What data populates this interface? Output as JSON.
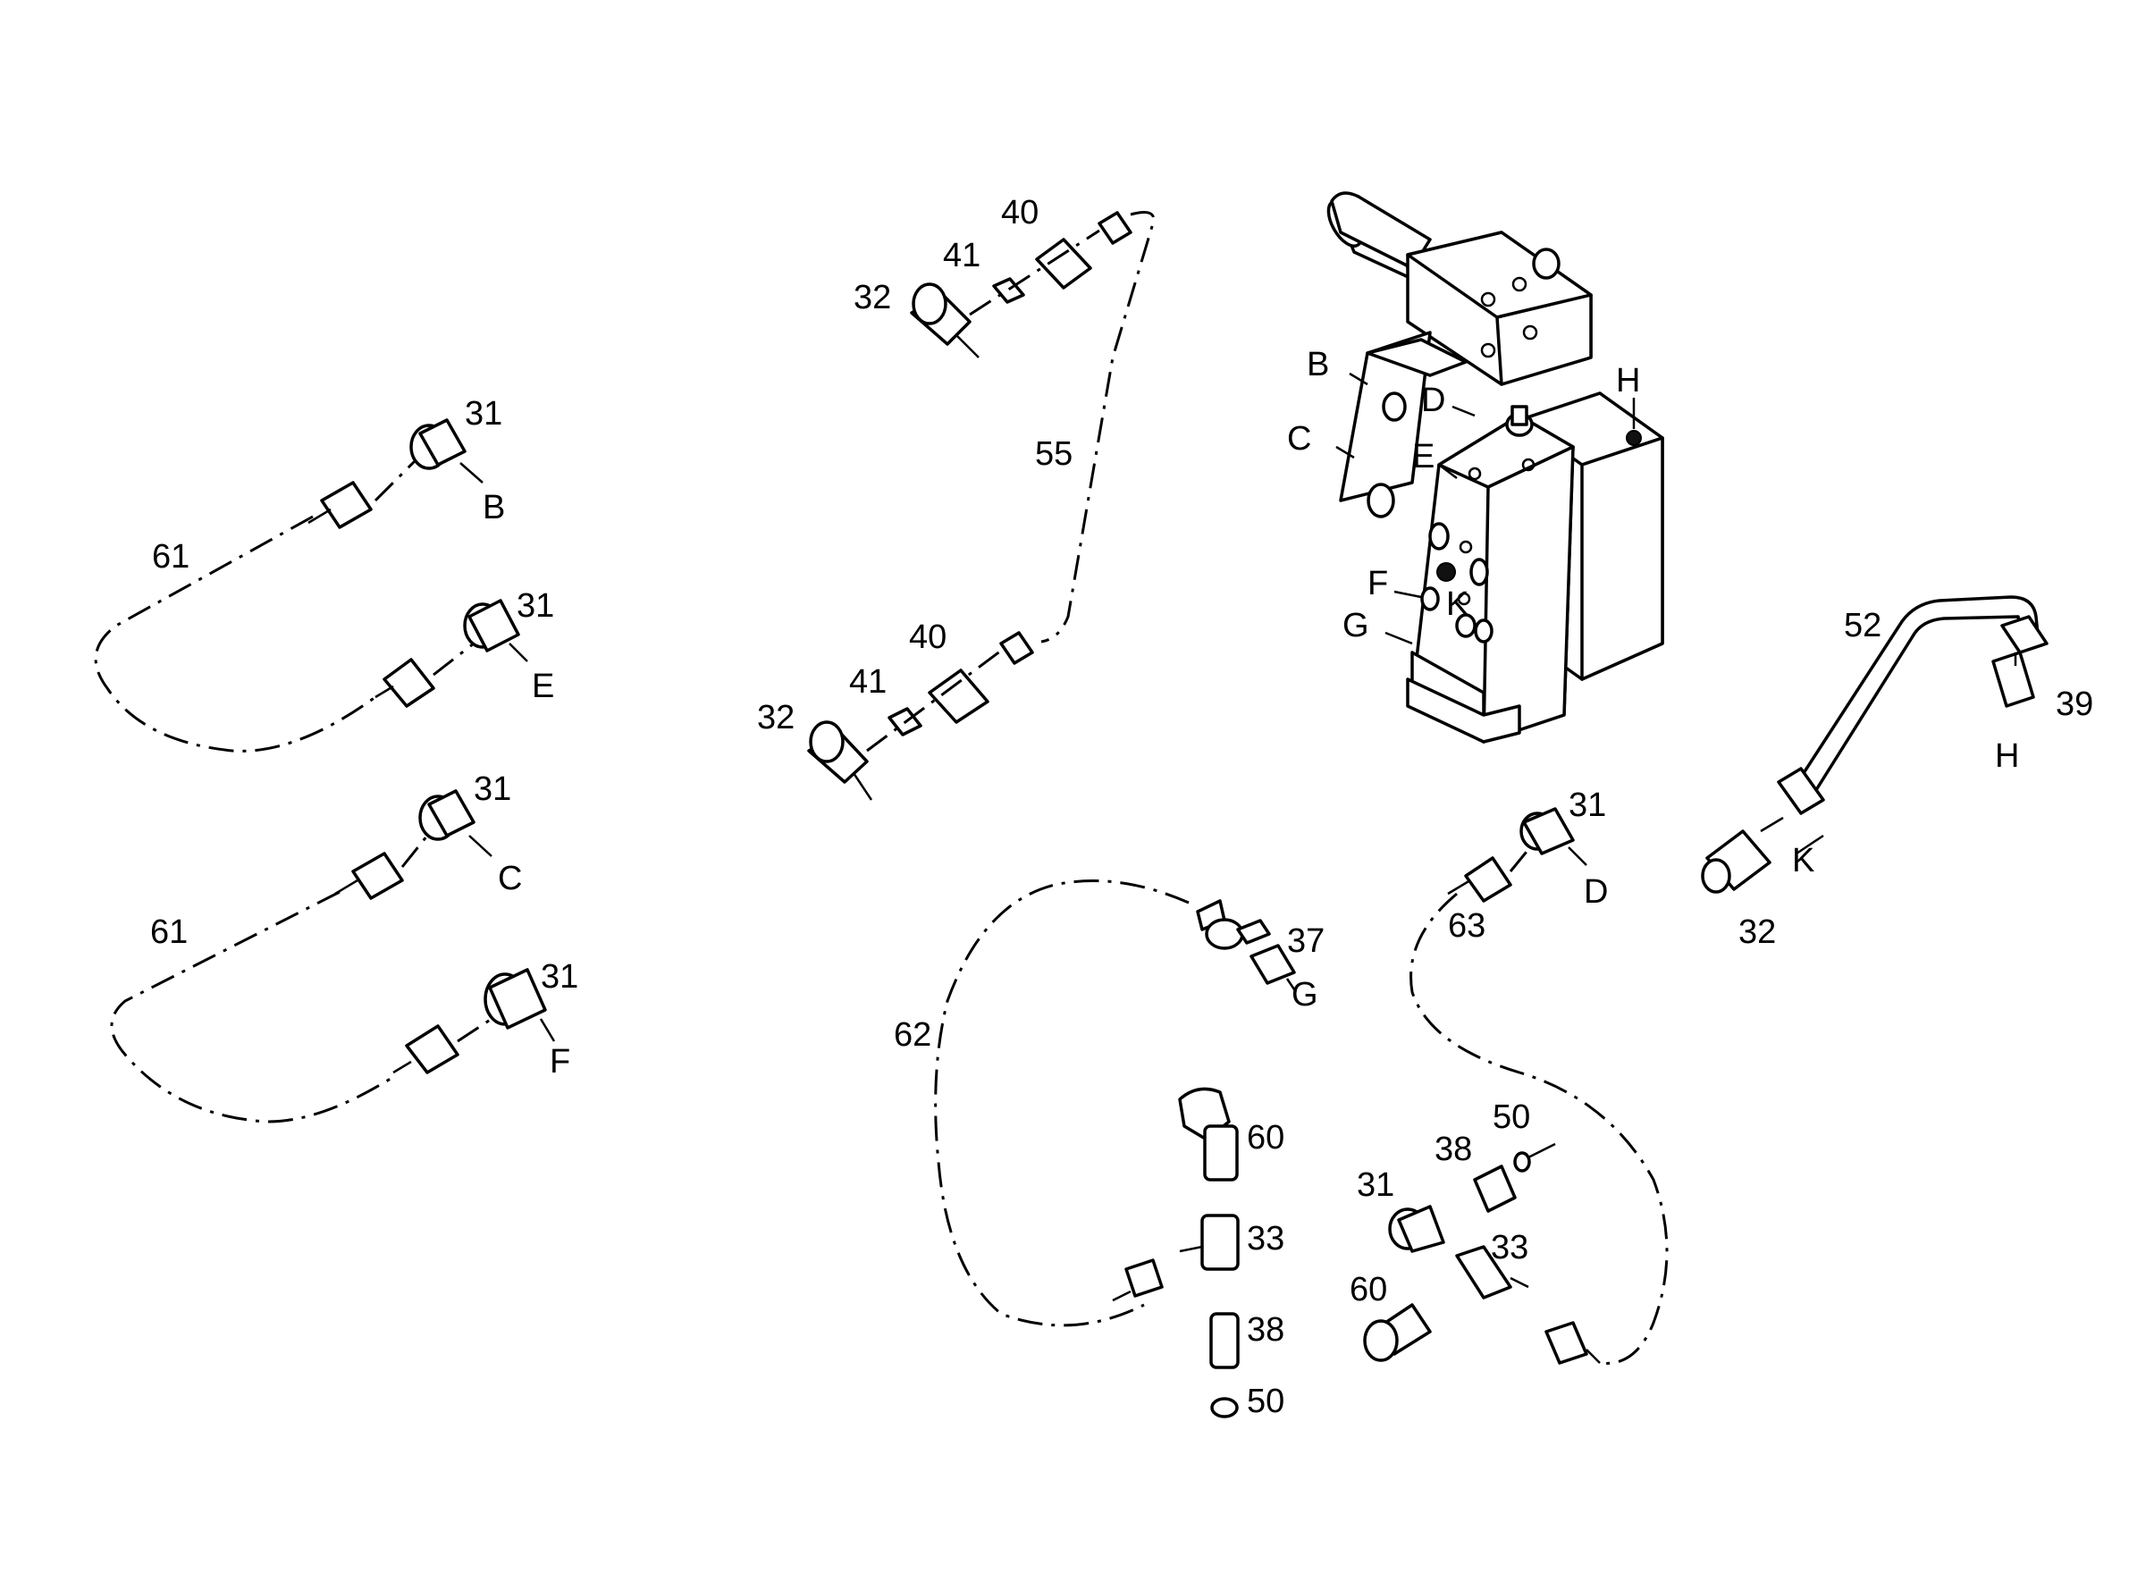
{
  "diagram": {
    "labels": {
      "l_32a": "32",
      "l_41a": "41",
      "l_40a": "40",
      "l_55": "55",
      "l_32b": "32",
      "l_41b": "41",
      "l_40b": "40",
      "l_31_B": "31",
      "l_B1": "B",
      "l_61a": "61",
      "l_31_E": "31",
      "l_E1": "E",
      "l_31_C": "31",
      "l_C1": "C",
      "l_61b": "61",
      "l_31_F": "31",
      "l_F1": "F",
      "l_B2": "B",
      "l_C2": "C",
      "l_D2": "D",
      "l_E2": "E",
      "l_F2": "F",
      "l_K2": "K",
      "l_G2": "G",
      "l_H2": "H",
      "l_52": "52",
      "l_39": "39",
      "l_H3": "H",
      "l_K3": "K",
      "l_32c": "32",
      "l_31_D": "31",
      "l_D3": "D",
      "l_63": "63",
      "l_37": "37",
      "l_G3": "G",
      "l_62": "62",
      "l_60a": "60",
      "l_33a": "33",
      "l_38a": "38",
      "l_50a": "50",
      "l_38b": "38",
      "l_50b": "50",
      "l_31b": "31",
      "l_33b": "33",
      "l_60b": "60"
    }
  }
}
